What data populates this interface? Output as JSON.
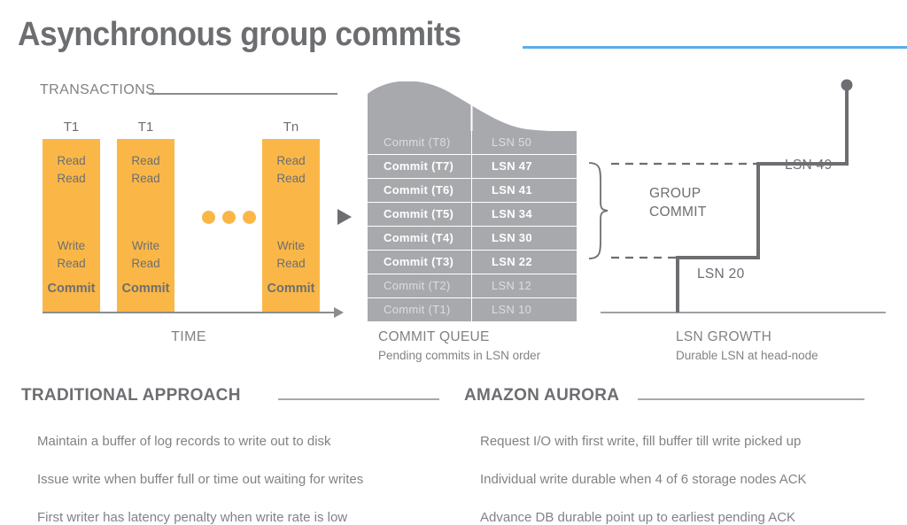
{
  "title": "Asynchronous group commits",
  "accent_blue": "#5bade8",
  "orange": "#fab747",
  "gray": "#a7a9ac",
  "transactions": {
    "header": "TRANSACTIONS",
    "time_label": "TIME",
    "columns": [
      {
        "label": "T1",
        "top": "Read\nRead",
        "lines_top": [
          "Read",
          "Read"
        ],
        "lines_bottom": [
          "Write",
          "Read"
        ],
        "commit": "Commit"
      },
      {
        "label": "T1",
        "lines_top": [
          "Read",
          "Read"
        ],
        "lines_bottom": [
          "Write",
          "Read"
        ],
        "commit": "Commit"
      },
      {
        "label": "Tn",
        "lines_top": [
          "Read",
          "Read"
        ],
        "lines_bottom": [
          "Write",
          "Read"
        ],
        "commit": "Commit"
      }
    ],
    "ellipsis_dots": 3
  },
  "commit_queue": {
    "caption": "COMMIT QUEUE",
    "subcaption": "Pending commits in LSN order",
    "rows": [
      {
        "commit": "Commit (T8)",
        "lsn": "LSN 50",
        "highlighted": false
      },
      {
        "commit": "Commit (T7)",
        "lsn": "LSN 47",
        "highlighted": true
      },
      {
        "commit": "Commit (T6)",
        "lsn": "LSN 41",
        "highlighted": true
      },
      {
        "commit": "Commit (T5)",
        "lsn": "LSN 34",
        "highlighted": true
      },
      {
        "commit": "Commit (T4)",
        "lsn": "LSN 30",
        "highlighted": true
      },
      {
        "commit": "Commit (T3)",
        "lsn": "LSN 22",
        "highlighted": true
      },
      {
        "commit": "Commit (T2)",
        "lsn": "LSN 12",
        "highlighted": false
      },
      {
        "commit": "Commit (T1)",
        "lsn": "LSN 10",
        "highlighted": false
      }
    ]
  },
  "lsn_growth": {
    "caption": "LSN GROWTH",
    "subcaption": "Durable LSN at head-node",
    "group_commit_label_line1": "GROUP",
    "group_commit_label_line2": "COMMIT",
    "step_labels": [
      {
        "text": "LSN 20"
      },
      {
        "text": "LSN 49"
      }
    ]
  },
  "chart_data": {
    "type": "line",
    "title": "LSN GROWTH",
    "subtitle": "Durable LSN at head-node",
    "xlabel": "",
    "ylabel": "Durable LSN",
    "series": [
      {
        "name": "Durable LSN at head-node",
        "step": true,
        "points": [
          {
            "x": 0,
            "y": 0
          },
          {
            "x": 0,
            "y": 20,
            "label": "LSN 20"
          },
          {
            "x": 1,
            "y": 20
          },
          {
            "x": 1,
            "y": 49,
            "label": "LSN 49"
          },
          {
            "x": 2,
            "y": 49
          },
          {
            "x": 2,
            "y": 95,
            "marker": "dot"
          }
        ]
      }
    ],
    "annotations": [
      {
        "text": "GROUP COMMIT",
        "span_from_y": 20,
        "span_to_y": 49,
        "style": "brace"
      }
    ],
    "grid": false,
    "legend": "none"
  },
  "sections": [
    {
      "heading": "TRADITIONAL APPROACH",
      "bullets": [
        "Maintain a buffer of log records to write out to disk",
        "Issue write when buffer full or time out waiting for writes",
        "First writer has latency penalty when write rate is low"
      ]
    },
    {
      "heading": "AMAZON AURORA",
      "bullets": [
        "Request I/O with first write, fill buffer till write picked up",
        "Individual write durable when 4 of 6 storage nodes ACK",
        "Advance DB durable point up to earliest pending ACK"
      ]
    }
  ]
}
